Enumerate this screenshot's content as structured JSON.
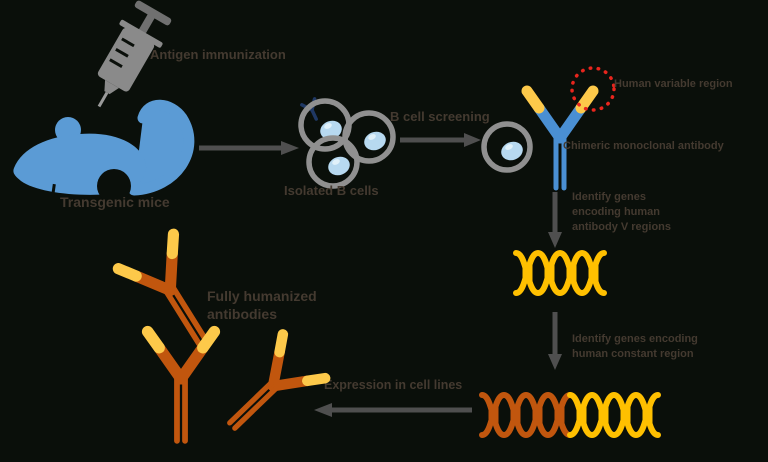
{
  "labels": {
    "immunization": "Antigen immunization",
    "mouse": "Transgenic mice",
    "isolated_cells": "Isolated B cells",
    "screening": "B cell screening",
    "variable_region": "Human variable region",
    "antibody": "Chimeric monoclonal antibody",
    "identify_v_line1": "Identify genes",
    "identify_v_line2": "encoding human",
    "identify_v_line3": "antibody V regions",
    "identify_c_line1": "Identify genes encoding",
    "identify_c_line2": "human constant region",
    "expression": "Expression in cell lines",
    "final_line1": "Fully humanized",
    "final_line2": "antibodies"
  },
  "icons": [
    "syringe-icon",
    "mouse-icon",
    "b-cells-icon",
    "mini-antibody-icon",
    "single-cell-icon",
    "antibody-icon",
    "red-dashed-circle-icon",
    "dna-yellow-icon",
    "dna-chimeric-icon",
    "antibody-orange-icon",
    "arrow-right-icon",
    "arrow-down-icon",
    "arrow-left-icon"
  ],
  "colors": {
    "background": "#0a0f0a",
    "text": "#443a30",
    "mouse_blue": "#5b9bd5",
    "antibody_blue": "#4a8fd3",
    "tip_yellow": "#fdc94a",
    "dna_yellow": "#ffc000",
    "orange": "#c1560e",
    "arrow_gray": "#4f4f4f",
    "cell_gray": "#909090",
    "nucleus_blue": "#b7d9f0",
    "navy": "#1f3864",
    "red_highlight": "#e8251d",
    "syringe_gray": "#8a8a8a"
  }
}
